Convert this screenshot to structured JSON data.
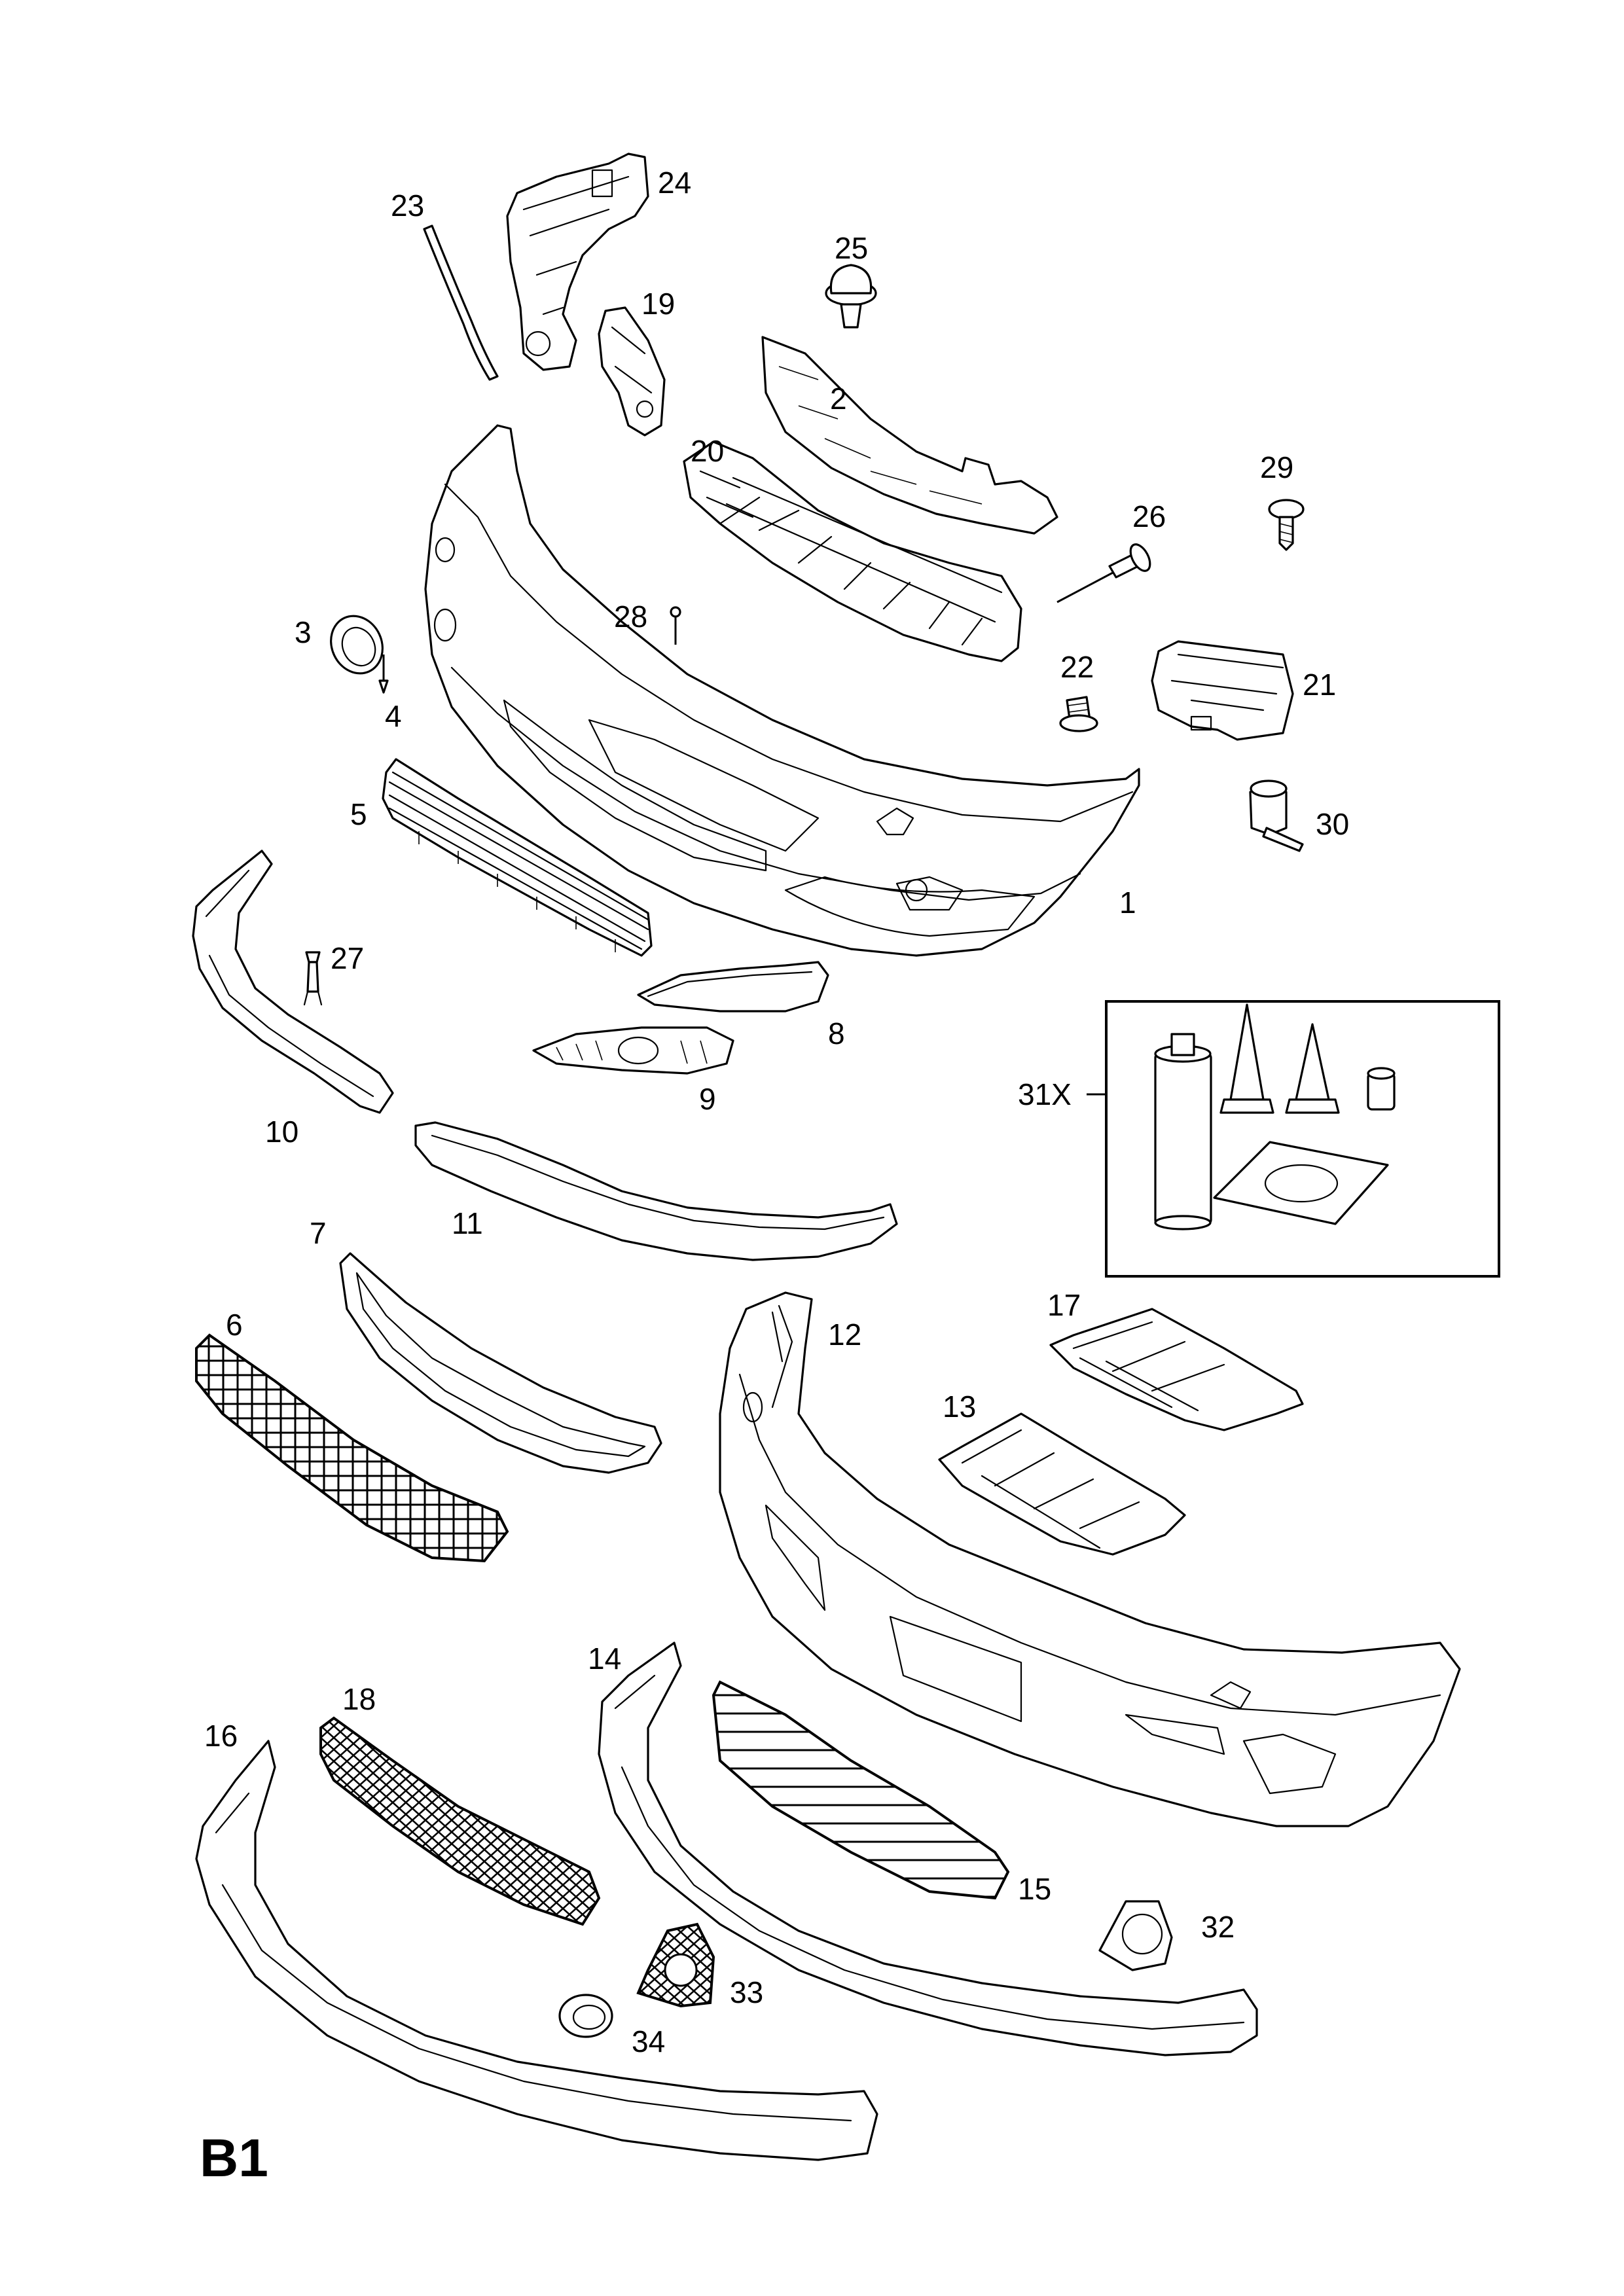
{
  "page_code": "B1",
  "callouts": [
    "1",
    "2",
    "3",
    "4",
    "5",
    "6",
    "7",
    "8",
    "9",
    "10",
    "11",
    "12",
    "13",
    "14",
    "15",
    "16",
    "17",
    "18",
    "19",
    "20",
    "21",
    "22",
    "23",
    "24",
    "25",
    "26",
    "27",
    "28",
    "29",
    "30",
    "31X",
    "32",
    "33",
    "34"
  ],
  "kit_label": "31X"
}
